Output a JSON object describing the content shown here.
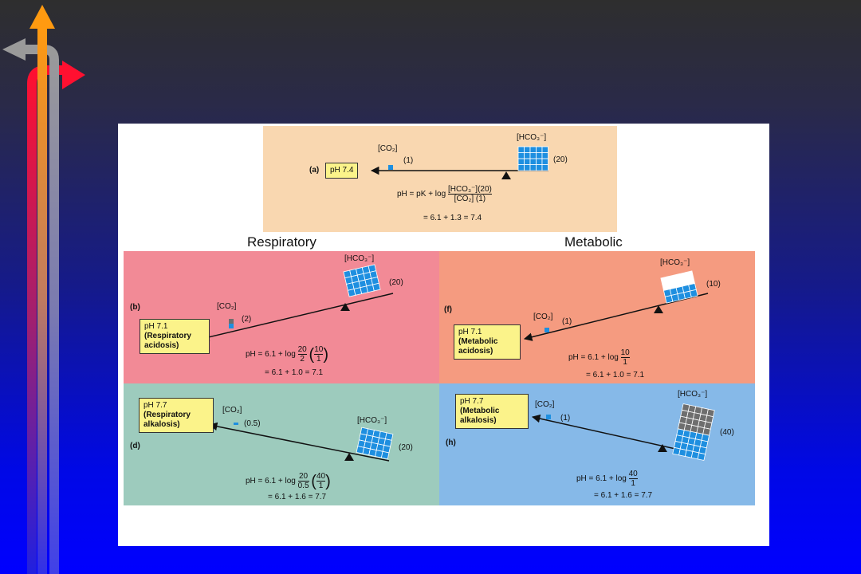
{
  "figure": {
    "headings": {
      "respiratory": "Respiratory",
      "metabolic": "Metabolic"
    },
    "panel_a": {
      "letter": "(a)",
      "ph": "pH 7.4",
      "co2_label": "[CO₂]",
      "co2_count": "(1)",
      "hco3_label": "[HCO₃⁻]",
      "hco3_count": "(20)",
      "eq_prefix": "pH = pK + log",
      "eq_num": "[HCO₃⁻](20)",
      "eq_den": "[CO₂]  (1)",
      "eq_result": "= 6.1 + 1.3 = 7.4"
    },
    "panel_b": {
      "letter": "(b)",
      "ph": "pH 7.1",
      "state": "(Respiratory acidosis)",
      "co2_label": "[CO₂]",
      "co2_count": "(2)",
      "hco3_label": "[HCO₃⁻]",
      "hco3_count": "(20)",
      "eq_prefix": "pH = 6.1 + log",
      "frac1_num": "20",
      "frac1_den": "2",
      "frac2_num": "10",
      "frac2_den": "1",
      "eq_result": "= 6.1 + 1.0 = 7.1"
    },
    "panel_f": {
      "letter": "(f)",
      "ph": "pH 7.1",
      "state": "(Metabolic acidosis)",
      "co2_label": "[CO₂]",
      "co2_count": "(1)",
      "hco3_label": "[HCO₃⁻]",
      "hco3_count": "(10)",
      "eq_prefix": "pH = 6.1 + log",
      "frac1_num": "10",
      "frac1_den": "1",
      "eq_result": "= 6.1 + 1.0 = 7.1"
    },
    "panel_d": {
      "letter": "(d)",
      "ph": "pH 7.7",
      "state": "(Respiratory alkalosis)",
      "co2_label": "[CO₂]",
      "co2_count": "(0.5)",
      "hco3_label": "[HCO₃⁻]",
      "hco3_count": "(20)",
      "eq_prefix": "pH = 6.1 + log",
      "frac1_num": "20",
      "frac1_den": "0.5",
      "frac2_num": "40",
      "frac2_den": "1",
      "eq_result": "= 6.1 + 1.6 = 7.7"
    },
    "panel_h": {
      "letter": "(h)",
      "ph": "pH 7.7",
      "state": "(Metabolic alkalosis)",
      "co2_label": "[CO₂]",
      "co2_count": "(1)",
      "hco3_label": "[HCO₃⁻]",
      "hco3_count": "(40)",
      "eq_prefix": "pH = 6.1 + log",
      "frac1_num": "40",
      "frac1_den": "1",
      "eq_result": "= 6.1 + 1.6 = 7.7"
    }
  },
  "colors": {
    "panel_a": "#f9d7b0",
    "panel_b": "#f28a96",
    "panel_f": "#f59b80",
    "panel_d": "#9dcbbd",
    "panel_h": "#86b9e8",
    "block_blue": "#1e8fe0",
    "block_white": "#ffffff",
    "block_gray": "#6e6e6e",
    "ph_box": "#fbf38a"
  },
  "icons": [
    "up-arrow-icon",
    "left-arrow-icon",
    "right-arrow-icon"
  ]
}
